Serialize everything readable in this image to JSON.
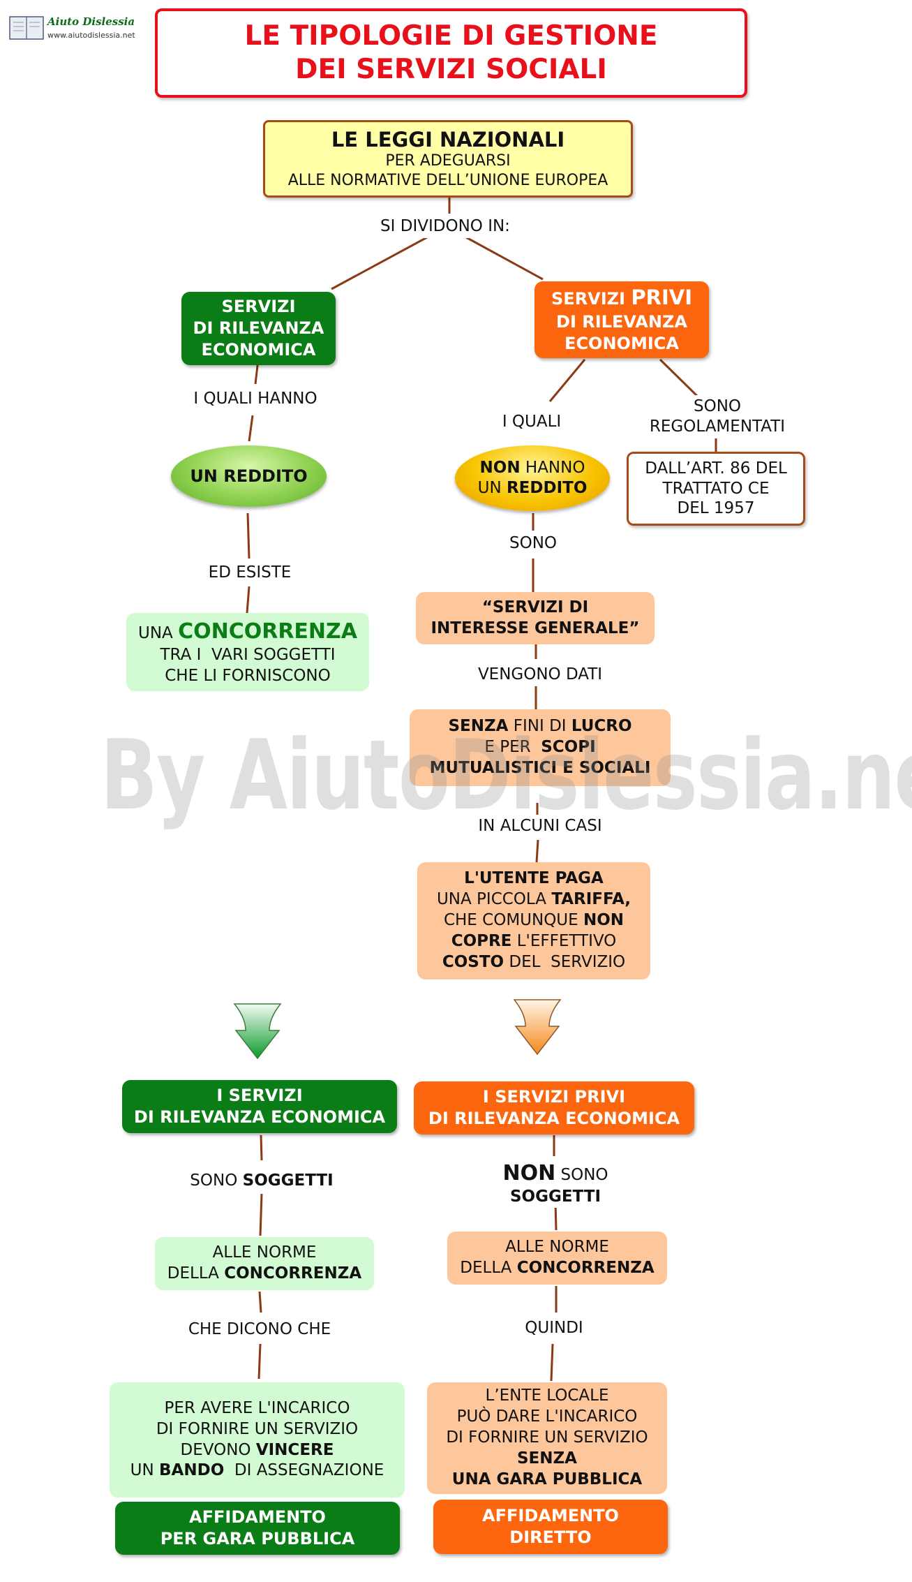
{
  "logo": {
    "name": "Aiuto Dislessia",
    "url": "www.aiutodislessia.net"
  },
  "title": {
    "line1": "LE TIPOLOGIE DI GESTIONE",
    "line2": "DEI SERVIZI SOCIALI"
  },
  "top": {
    "heading": "LE LEGGI NAZIONALI",
    "line1": "PER ADEGUARSI",
    "line2": "ALLE NORMATIVE DELL’UNIONE EUROPEA"
  },
  "labels": {
    "si_dividono": "SI DIVIDONO IN:",
    "i_quali_hanno": "I QUALI HANNO",
    "i_quali": "I QUALI",
    "sono_regolamentati_1": "SONO",
    "sono_regolamentati_2": "REGOLAMENTATI",
    "ed_esiste": "ED ESISTE",
    "sono": "SONO",
    "vengono_dati": "VENGONO DATI",
    "in_alcuni_casi": "IN ALCUNI CASI",
    "sono_soggetti_a": "SONO ",
    "sono_soggetti_b": "SOGGETTI",
    "non_sono_a": "NON",
    "non_sono_b": " SONO",
    "non_sono_c": "SOGGETTI",
    "che_dicono": "CHE DICONO CHE",
    "quindi": "QUINDI"
  },
  "left": {
    "box1": {
      "l1": "SERVIZI",
      "l2": "DI RILEVANZA",
      "l3": "ECONOMICA"
    },
    "oval": "UN REDDITO",
    "conc": {
      "a": "UNA ",
      "b": "CONCORRENZA",
      "l2": "TRA I  VARI SOGGETTI",
      "l3": "CHE LI FORNISCONO"
    },
    "box2": {
      "l1": "I SERVIZI",
      "l2": "DI RILEVANZA ECONOMICA"
    },
    "norme": {
      "l1": "ALLE NORME",
      "l2a": "DELLA ",
      "l2b": "CONCORRENZA"
    },
    "incarico": {
      "l1": "PER AVERE L'INCARICO",
      "l2": "DI FORNIRE UN SERVIZIO",
      "l3a": "DEVONO ",
      "l3b": "VINCERE",
      "l4a": "UN ",
      "l4b": "BANDO",
      "l4c": "  DI ASSEGNAZIONE"
    },
    "final": {
      "l1": "AFFIDAMENTO",
      "l2": "PER GARA PUBBLICA"
    }
  },
  "right": {
    "box1": {
      "a": "SERVIZI ",
      "b": "PRIVI",
      "l2": "DI RILEVANZA",
      "l3": "ECONOMICA"
    },
    "oval": {
      "a": "NON",
      "b": " HANNO",
      "c": "UN ",
      "d": "REDDITO"
    },
    "art": {
      "l1": "DALL’ART. 86 DEL",
      "l2": "TRATTATO CE",
      "l3": "DEL 1957"
    },
    "interesse": {
      "l1": "“SERVIZI DI",
      "l2": "INTERESSE GENERALE”"
    },
    "lucro": {
      "l1a": "SENZA",
      "l1b": " FINI DI ",
      "l1c": "LUCRO",
      "l2a": "E PER  ",
      "l2b": "SCOPI",
      "l3": "MUTUALISTICI E SOCIALI"
    },
    "tariffa": {
      "l1": "L'UTENTE PAGA",
      "l2a": "UNA PICCOLA ",
      "l2b": "TARIFFA,",
      "l3a": "CHE COMUNQUE ",
      "l3b": "NON",
      "l4a": "COPRE",
      "l4b": " L'EFFETTIVO",
      "l5a": "COSTO",
      "l5b": " DEL  SERVIZIO"
    },
    "box2": {
      "l1": "I SERVIZI PRIVI",
      "l2": "DI RILEVANZA ECONOMICA"
    },
    "norme": {
      "l1": "ALLE NORME",
      "l2a": "DELLA ",
      "l2b": "CONCORRENZA"
    },
    "ente": {
      "l1": "L’ENTE LOCALE",
      "l2": "PUÒ DARE L'INCARICO",
      "l3": "DI FORNIRE UN SERVIZIO",
      "l4": "SENZA",
      "l5": "UNA GARA PUBBLICA"
    },
    "final": {
      "l1": "AFFIDAMENTO",
      "l2": "DIRETTO"
    }
  },
  "watermark": "By AiutoDislessia.net",
  "colors": {
    "title_red": "#e8101a",
    "green": "#0b7d16",
    "orange": "#fc660e",
    "light_green": "#d3fbd3",
    "peach": "#fdc69b",
    "connector": "#8b3a14"
  }
}
